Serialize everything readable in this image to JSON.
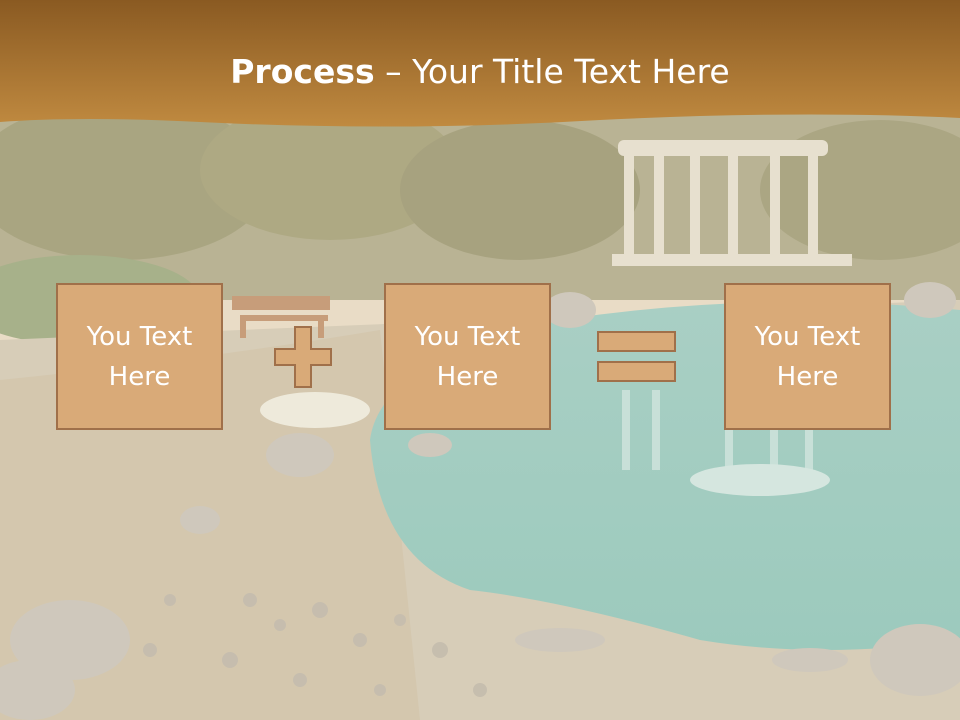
{
  "slide": {
    "title_bold": "Process",
    "title_sep": " – ",
    "title_rest": "Your Title Text Here",
    "boxes": [
      {
        "text": "You Text Here"
      },
      {
        "text": "You Text Here"
      },
      {
        "text": "You Text Here"
      }
    ],
    "operators": [
      "plus-icon",
      "equals-icon"
    ]
  },
  "colors": {
    "header": "#b57a30",
    "box_fill": "#d9aa78",
    "box_border": "#a0704a",
    "operator_fill": "#d9aa78",
    "operator_border": "#a0704a",
    "text": "#ffffff"
  }
}
